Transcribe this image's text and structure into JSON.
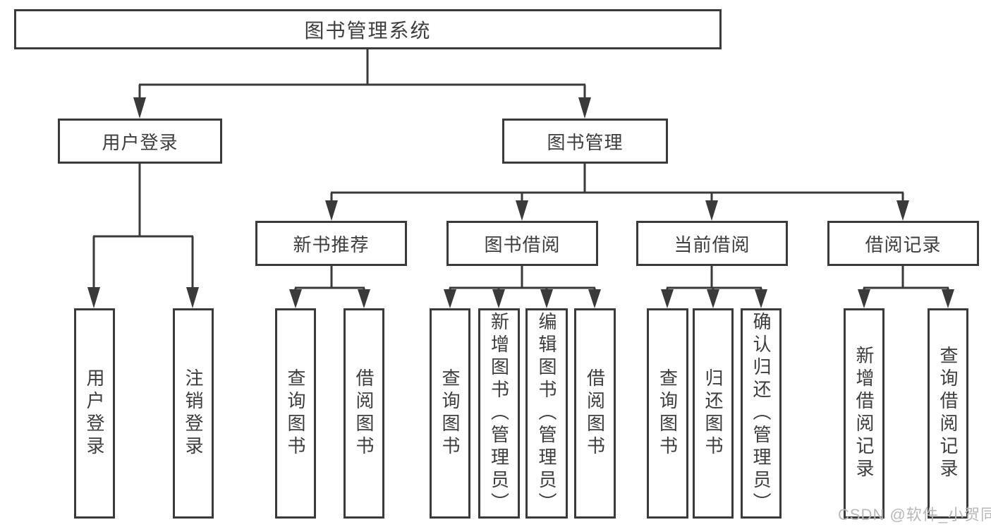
{
  "watermark": "CSDN @软件_小贺同学",
  "colors": {
    "line": "#3a3a3a",
    "box_border": "#3a3a3a",
    "text": "#3d3d3d",
    "watermark": "#b8b8b8",
    "background": "#ffffff"
  },
  "tree": {
    "root": {
      "label": "图书管理系统"
    },
    "branches": [
      {
        "label": "用户登录",
        "children": [
          {
            "label": "用户登录"
          },
          {
            "label": "注销登录"
          }
        ]
      },
      {
        "label": "图书管理",
        "children": [
          {
            "label": "新书推荐",
            "children": [
              {
                "label": "查询图书"
              },
              {
                "label": "借阅图书"
              }
            ]
          },
          {
            "label": "图书借阅",
            "children": [
              {
                "label": "查询图书"
              },
              {
                "label": "新增图书（管理员）"
              },
              {
                "label": "编辑图书（管理员）"
              },
              {
                "label": "借阅图书"
              }
            ]
          },
          {
            "label": "当前借阅",
            "children": [
              {
                "label": "查询图书"
              },
              {
                "label": "归还图书"
              },
              {
                "label": "确认归还（管理员）"
              }
            ]
          },
          {
            "label": "借阅记录",
            "children": [
              {
                "label": "新增借阅记录"
              },
              {
                "label": "查询借阅记录"
              }
            ]
          }
        ]
      }
    ]
  }
}
